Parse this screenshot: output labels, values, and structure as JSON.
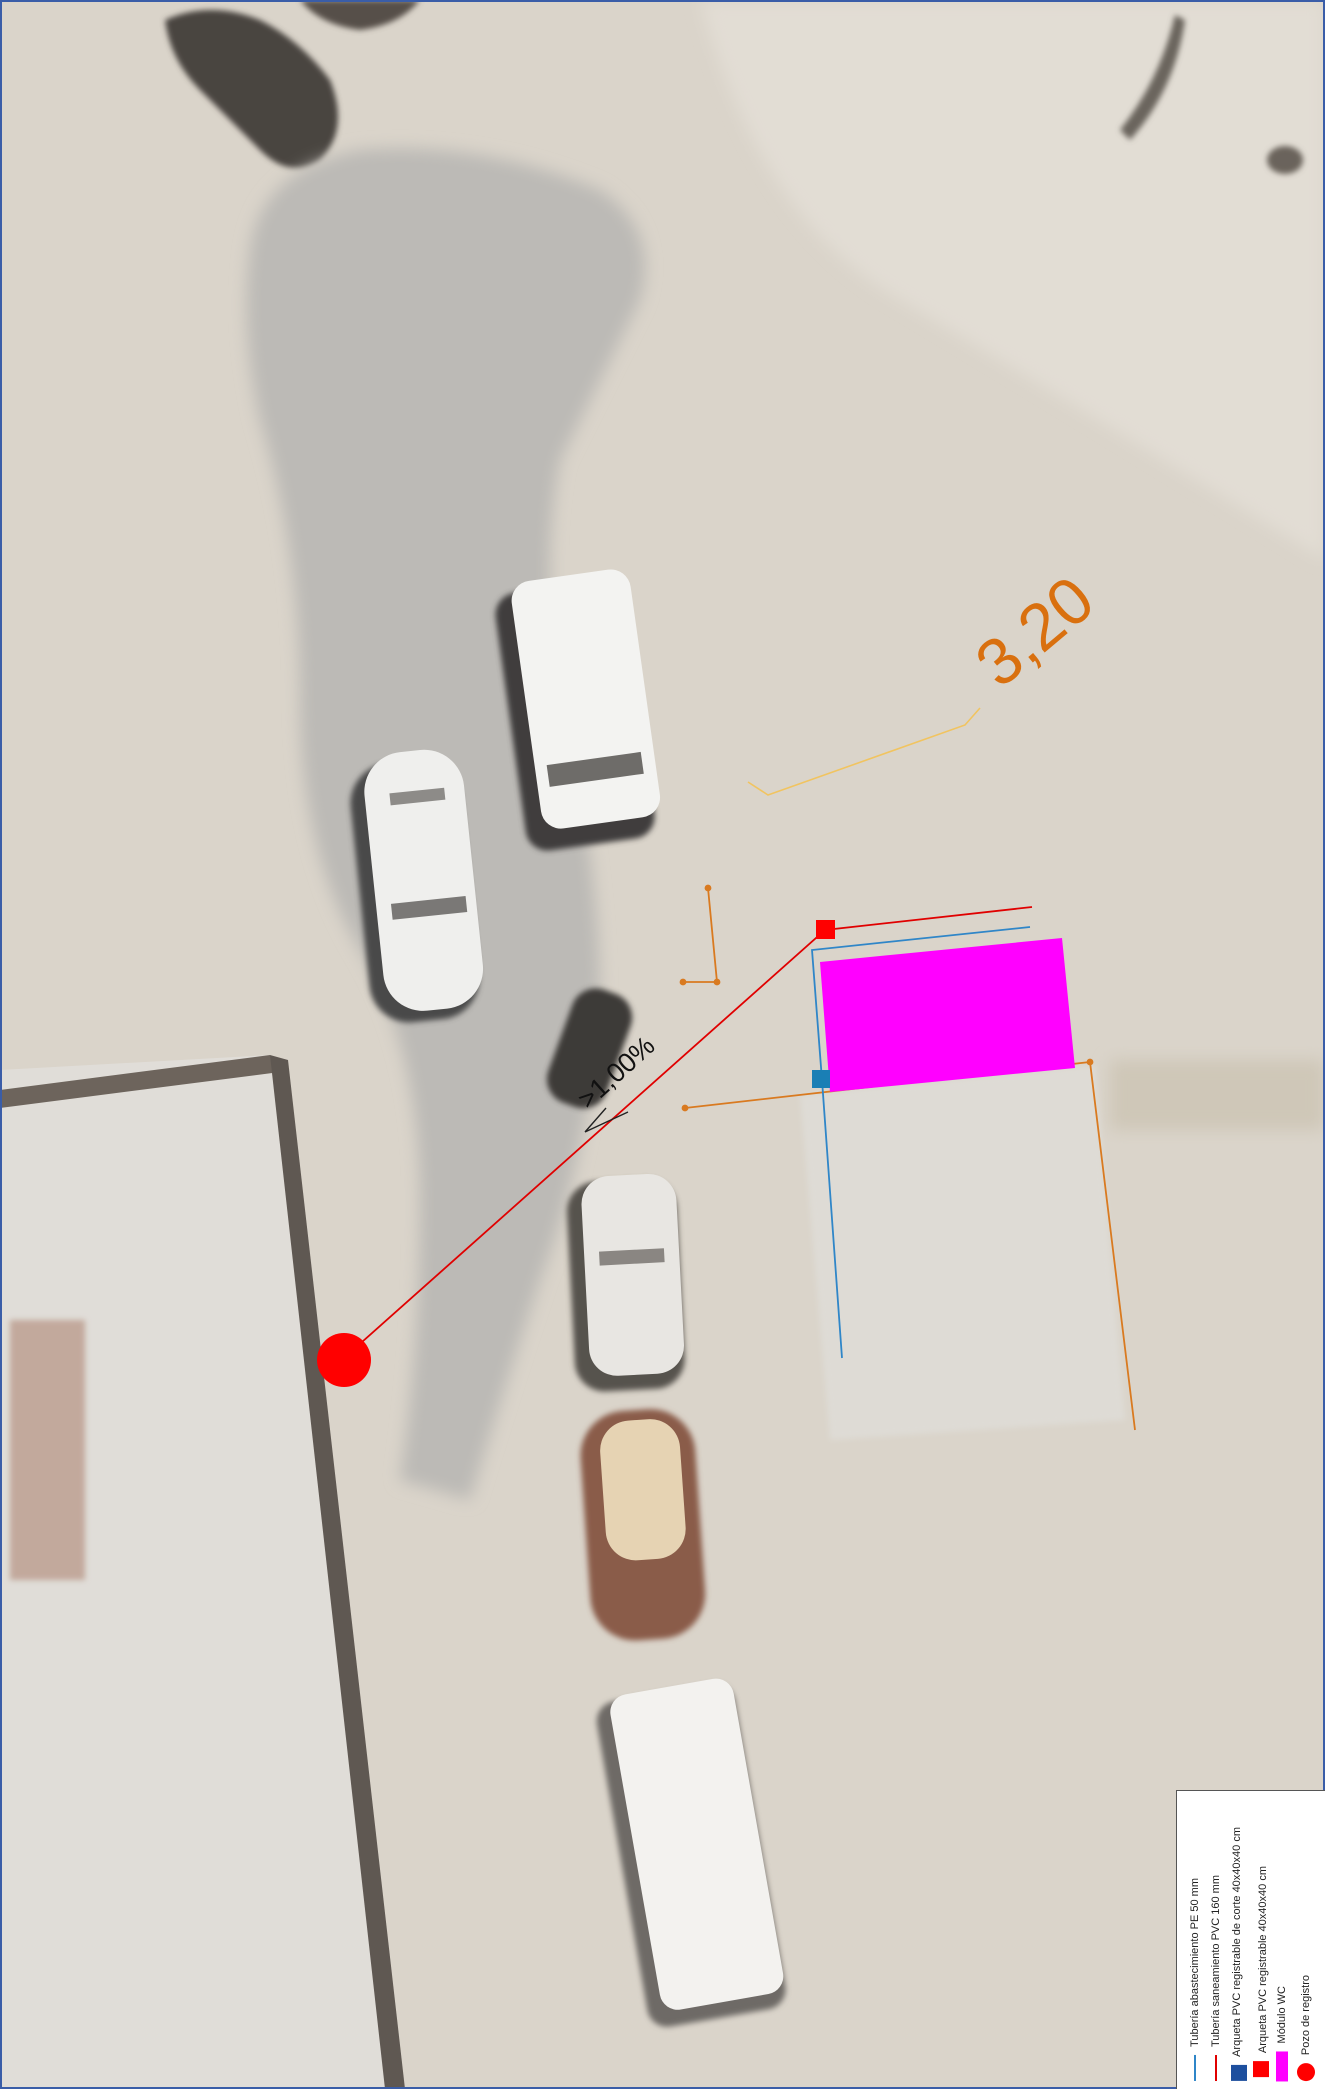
{
  "annotations": {
    "dimension_value": "3,20",
    "slope_label": ">1,00%"
  },
  "legend": {
    "items": [
      {
        "label": "Tubería abastecimiento PE 50 mm",
        "symbol": "line-blue"
      },
      {
        "label": "Tubería saneamiento PVC 160 mm",
        "symbol": "line-red"
      },
      {
        "label": "Arqueta PVC registrable de corte 40x40x40 cm",
        "symbol": "square-blue-red"
      },
      {
        "label": "Arqueta PVC registrable 40x40x40 cm",
        "symbol": "square-red"
      },
      {
        "label": "Módulo WC",
        "symbol": "rect-magenta"
      },
      {
        "label": "Pozo de registro",
        "symbol": "dot-red"
      }
    ]
  },
  "colors": {
    "water_pipe": "#2f86c8",
    "sewer_pipe": "#e00000",
    "wc_module": "#ff00ff",
    "dimension": "#d9700f",
    "plot_line": "#d97a20",
    "manhole": "#ff0000",
    "cut_box": "#1a7fb5"
  }
}
